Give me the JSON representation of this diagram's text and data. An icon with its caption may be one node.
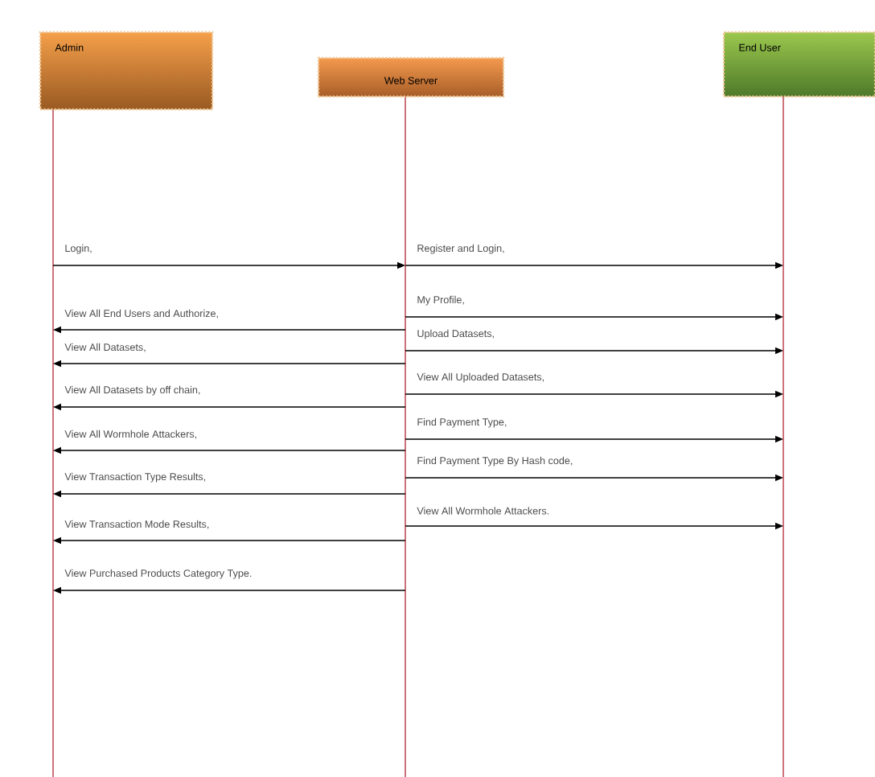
{
  "diagram": {
    "nodes": [
      {
        "text": [
          "Admin"
        ]
      },
      {
        "text": [
          "Web Server"
        ]
      },
      {
        "text": [
          "End User"
        ]
      }
    ],
    "edges": [
      {
        "from": 0,
        "to": 1,
        "arrow": "to",
        "label": "Login,"
      },
      {
        "from": 1,
        "to": 0,
        "arrow": "to",
        "label": "View All End Users and Authorize,"
      },
      {
        "from": 1,
        "to": 0,
        "arrow": "to",
        "label": "View All Datasets,"
      },
      {
        "from": 1,
        "to": 0,
        "arrow": "to",
        "label": "View All Datasets by off chain,"
      },
      {
        "from": 1,
        "to": 0,
        "arrow": "to",
        "label": "View All Wormhole Attackers,"
      },
      {
        "from": 1,
        "to": 0,
        "arrow": "to",
        "label": "View Transaction Type Results,"
      },
      {
        "from": 1,
        "to": 0,
        "arrow": "to",
        "label": "View Transaction Mode Results,"
      },
      {
        "from": 1,
        "to": 0,
        "arrow": "to",
        "label": "View Purchased Products Category Type."
      },
      {
        "from": 1,
        "to": 2,
        "arrow": "to",
        "label": "Register and Login,"
      },
      {
        "from": 1,
        "to": 2,
        "arrow": "to",
        "label": "My Profile,"
      },
      {
        "from": 1,
        "to": 2,
        "arrow": "to",
        "label": "Upload Datasets,"
      },
      {
        "from": 1,
        "to": 2,
        "arrow": "to",
        "label": "View All Uploaded Datasets,"
      },
      {
        "from": 1,
        "to": 2,
        "arrow": "to",
        "label": "Find Payment Type,"
      },
      {
        "from": 1,
        "to": 2,
        "arrow": "to",
        "label": "Find Payment Type By Hash code,"
      },
      {
        "from": 1,
        "to": 2,
        "arrow": "to",
        "label": "View All Wormhole Attackers."
      }
    ]
  }
}
